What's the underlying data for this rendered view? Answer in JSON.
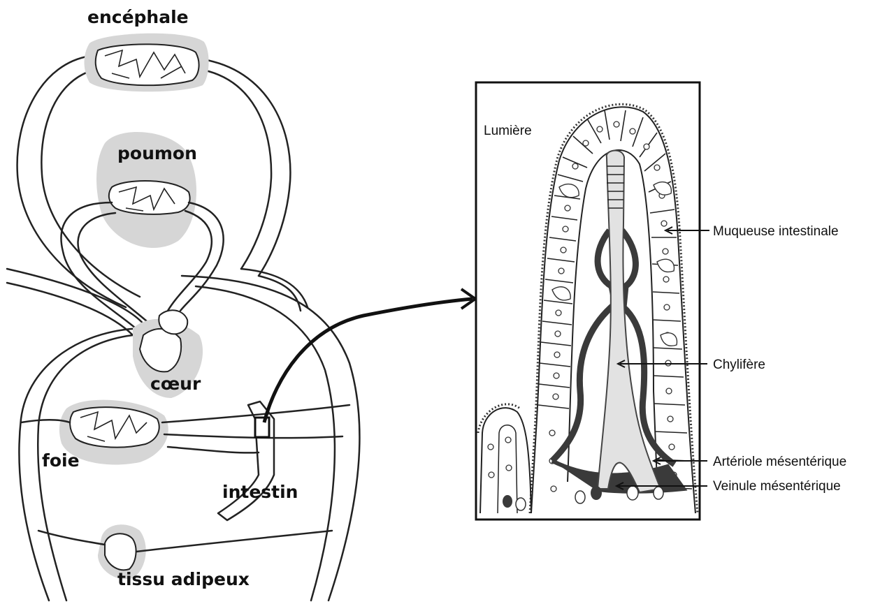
{
  "labels": {
    "brain": "encéphale",
    "lung": "poumon",
    "heart": "cœur",
    "liver": "foie",
    "intestine": "intestin",
    "adipose": "tissu  adipeux",
    "lumen": "Lumière",
    "mucosa": "Muqueuse intestinale",
    "lacteal": "Chylifère",
    "arteriole": "Artériole mésentérique",
    "venule": "Veinule mésentérique"
  },
  "colors": {
    "organ_fill": "#d6d6d6",
    "line": "#222222",
    "vessel_dark": "#3a3a3a",
    "lacteal_fill": "#e2e2e2"
  }
}
